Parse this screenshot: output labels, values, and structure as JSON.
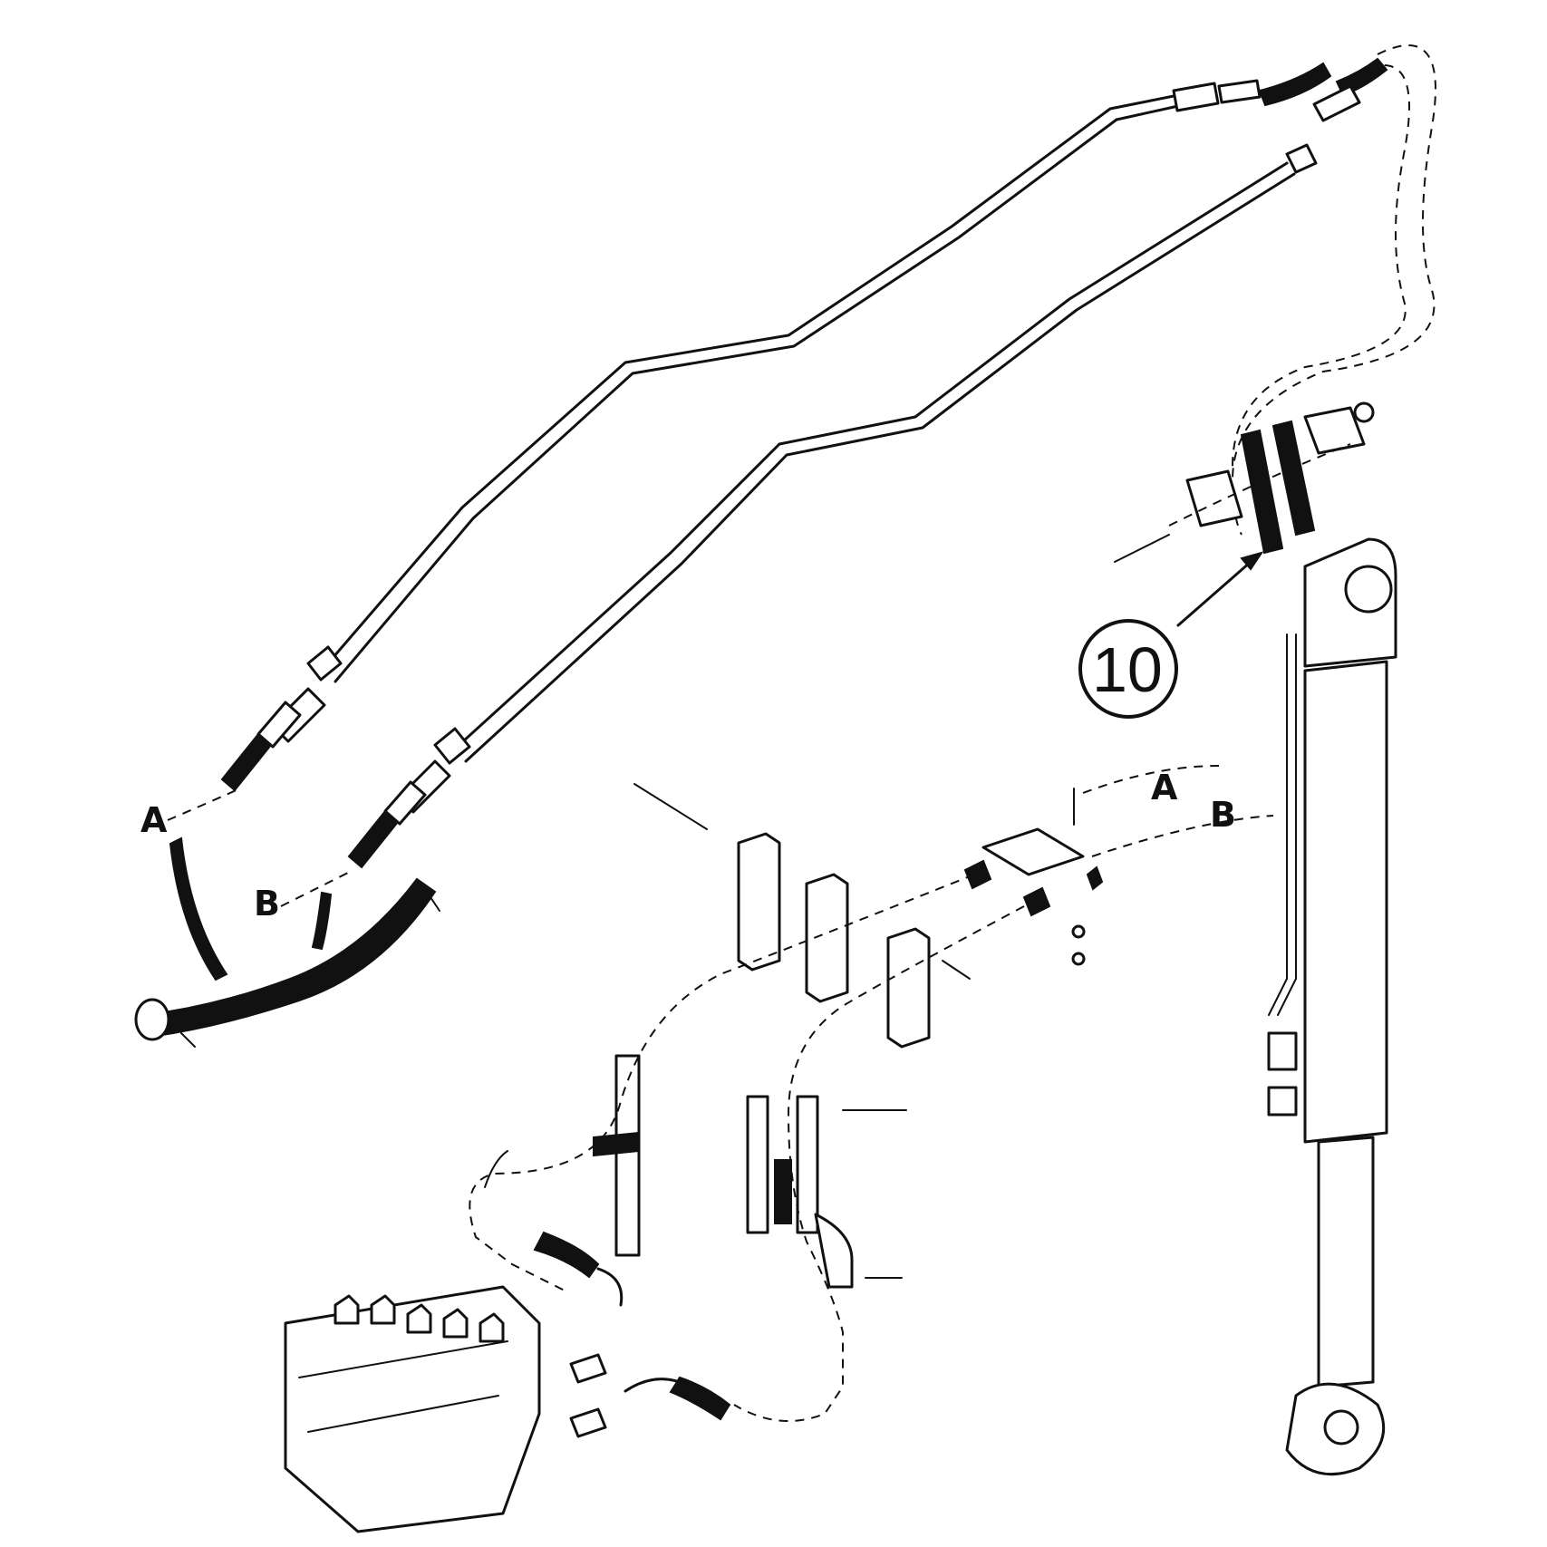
{
  "labels": {
    "a_left": "A",
    "b_left": "B",
    "a_right": "A",
    "b_right": "B",
    "callout": "10"
  },
  "colors": {
    "line": "#111111",
    "background": "#ffffff"
  }
}
